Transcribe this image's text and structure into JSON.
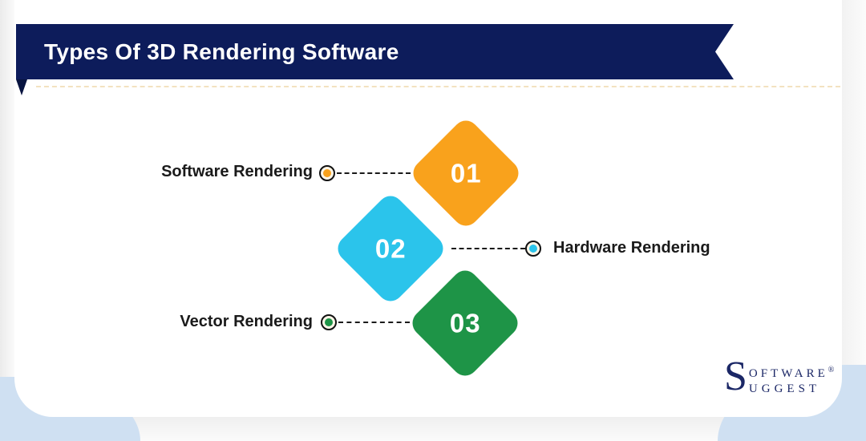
{
  "banner": {
    "title": "Types Of 3D Rendering Software",
    "bg_color": "#0d1c5b",
    "fold_color": "#081440"
  },
  "items": [
    {
      "number": "01",
      "label": "Software Rendering",
      "color": "#f9a21c"
    },
    {
      "number": "02",
      "label": "Hardware Rendering",
      "color": "#2bc4eb"
    },
    {
      "number": "03",
      "label": "Vector Rendering",
      "color": "#1e9447"
    }
  ],
  "logo": {
    "initial": "S",
    "line1": "OFTWARE",
    "registered": "®",
    "line2": "UGGEST"
  },
  "colors": {
    "corner_blob_blue": "#cfe0f2"
  }
}
